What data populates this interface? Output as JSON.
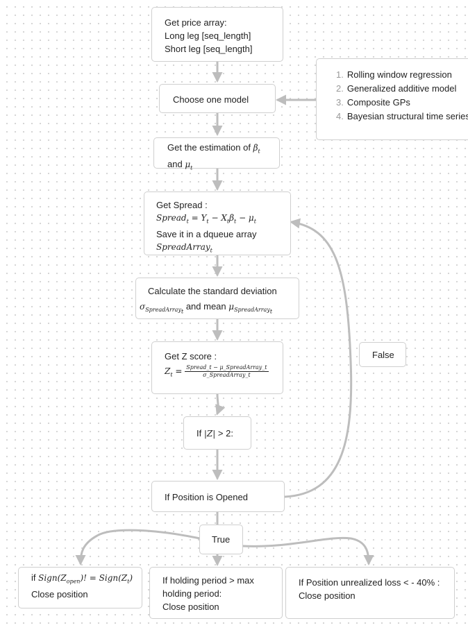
{
  "nodes": {
    "price": {
      "lines": [
        "Get price array:",
        "Long leg [seq_length]",
        "Short leg [seq_length]"
      ]
    },
    "choose": {
      "label": "Choose one model"
    },
    "models": {
      "items": [
        {
          "n": "1.",
          "label": "Rolling window regression"
        },
        {
          "n": "2.",
          "label": "Generalized additive model"
        },
        {
          "n": "3.",
          "label": "Composite GPs"
        },
        {
          "n": "4.",
          "label": "Bayesian structural time series"
        }
      ]
    },
    "estimate": {
      "prefix": "Get the estimation of",
      "beta_symbol": "β",
      "beta_sub": "t",
      "and": "and",
      "mu_symbol": "μ",
      "mu_sub": "t"
    },
    "spread": {
      "title": "Get Spread :",
      "formula_lhs": "Spread",
      "formula_lhs_sub": "t",
      "formula_rhs": "= Y",
      "y_sub": "t",
      "minus_x": " − X",
      "x_sub": "t",
      "beta": "β",
      "beta_sub": "t",
      "minus_mu": " − μ",
      "mu_sub": "t",
      "save_text": "Save it in a dqueue array",
      "array_name": "SpreadArray",
      "array_sub": "t"
    },
    "stddev": {
      "line1": "Calculate the standard deviation",
      "sigma": "σ",
      "sigma_sub": "SpreadArray",
      "sigma_subsub": "t",
      "and_mean": "and mean",
      "mu": "μ",
      "mu_sub": "SpreadArray",
      "mu_subsub": "t"
    },
    "zscore": {
      "title": "Get Z score :",
      "lhs": "Z",
      "lhs_sub": "t",
      "eq": "=",
      "num": "Spread_t − μ_SpreadArray_t",
      "den": "σ_SpreadArray_t"
    },
    "condition": {
      "prefix": "If",
      "expr": "|Z|",
      "suffix": "> 2:"
    },
    "false_label": {
      "label": "False"
    },
    "position": {
      "label": "If Position is Opened"
    },
    "true_label": {
      "label": "True"
    },
    "sign": {
      "prefix": "if",
      "expr_a": "Sign(Z",
      "expr_a_sub": "open",
      "expr_mid": ")! = Sign(Z",
      "expr_b_sub": "t",
      "expr_end": ")",
      "line2": "Close position"
    },
    "holding": {
      "lines": [
        "If holding period > max",
        "holding period:",
        "Close position"
      ]
    },
    "loss": {
      "lines": [
        "If Position unrealized loss < - 40% :",
        "Close position"
      ]
    }
  },
  "colors": {
    "node_border": "#cfcfcf",
    "edge": "#bdbdbd",
    "text": "#222222",
    "list_number": "#999999",
    "dots": "#d4d4d4"
  }
}
